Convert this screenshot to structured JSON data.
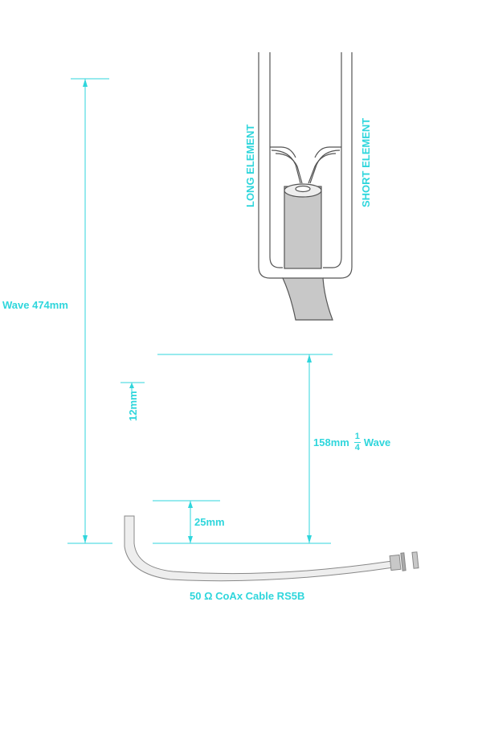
{
  "colors": {
    "label": "#2fd6dc",
    "outline": "#555555",
    "cable_fill": "#c8c8c8",
    "coax_fill": "#eeeeee"
  },
  "labels": {
    "long_element": "LONG ELEMENT",
    "short_element": "SHORT ELEMENT",
    "full_wave": "Wave  474mm",
    "gap": "12mm",
    "quarter_wave_length": "158mm",
    "fraction_numerator": "1",
    "fraction_denominator": "4",
    "quarter_wave_word": "Wave",
    "feed_length": "25mm",
    "cable": "50 Ω  CoAx Cable  RS5B"
  }
}
